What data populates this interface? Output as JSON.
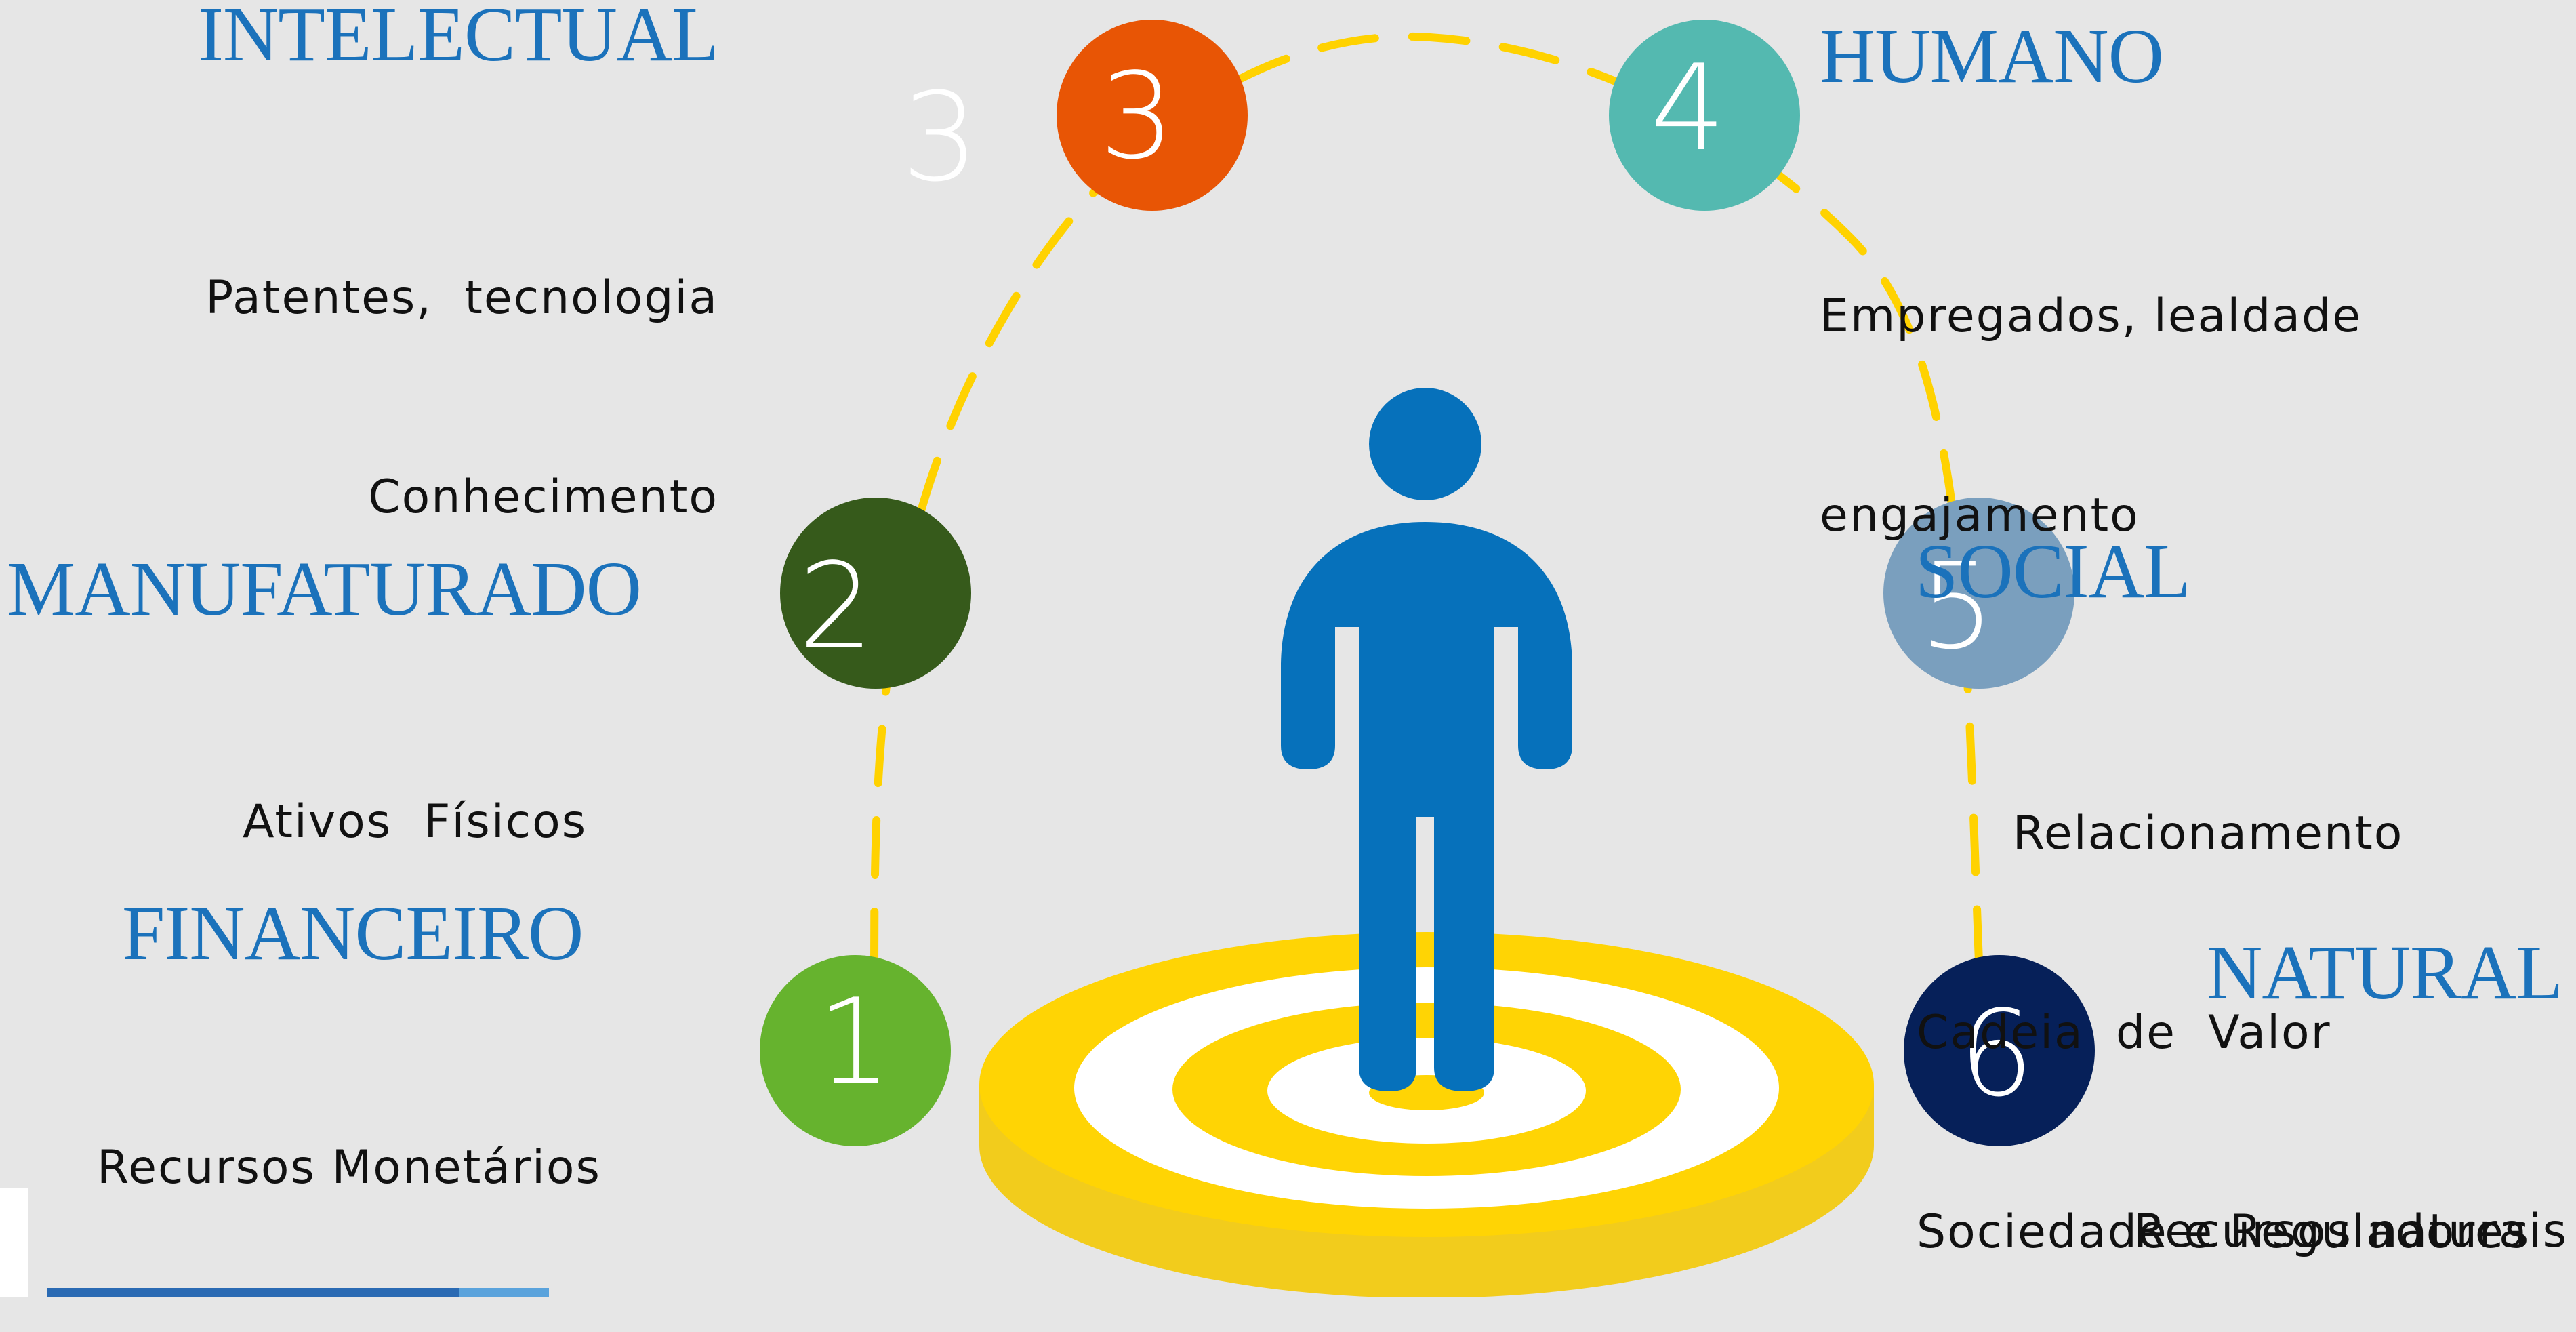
{
  "stray_label": "3",
  "capitals": [
    {
      "number": "1",
      "title": "FINANCEIRO",
      "lines": [
        "Recursos Monetários"
      ],
      "color": "#66b32e"
    },
    {
      "number": "2",
      "title": "MANUFATURADO",
      "lines": [
        "Ativos  Físicos"
      ],
      "color": "#365a1b"
    },
    {
      "number": "3",
      "title": "INTELECTUAL",
      "lines": [
        "Patentes,  tecnologia",
        "Conhecimento"
      ],
      "color": "#e85505"
    },
    {
      "number": "4",
      "title": "HUMANO",
      "lines": [
        "Empregados, lealdade",
        "engajamento"
      ],
      "color": "#54b9b0"
    },
    {
      "number": "5",
      "title": "SOCIAL",
      "lines": [
        "      Relacionamento",
        "Cadeia  de  Valor",
        "Sociedade e Reguladores"
      ],
      "color": "#7a9fbe"
    },
    {
      "number": "6",
      "title": "NATURAL",
      "lines": [
        "Recursos naturais"
      ],
      "color": "#062059"
    }
  ],
  "colors": {
    "figure": "#0671bb",
    "arc": "#ffd200",
    "target_yellow": "#ffd404",
    "target_base": "#f2cc1c"
  },
  "icons": [
    "person-icon",
    "target-platform-icon"
  ]
}
